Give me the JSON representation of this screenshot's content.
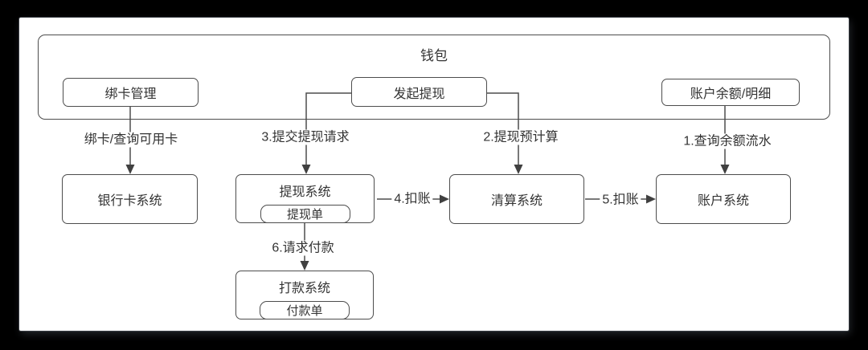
{
  "diagram": {
    "container": {
      "label": "钱包"
    },
    "nodes": {
      "bind_card_mgmt": {
        "label": "绑卡管理"
      },
      "initiate_withdrawal": {
        "label": "发起提现"
      },
      "account_balance_detail": {
        "label": "账户余额/明细"
      },
      "bank_card_system": {
        "label": "银行卡系统"
      },
      "withdrawal_system": {
        "label": "提现系统",
        "sublabel": "提现单"
      },
      "clearing_system": {
        "label": "清算系统"
      },
      "account_system": {
        "label": "账户系统"
      },
      "payout_system": {
        "label": "打款系统",
        "sublabel": "付款单"
      }
    },
    "edges": {
      "bind_query_card": {
        "label": "绑卡/查询可用卡"
      },
      "submit_withdrawal_request": {
        "label": "3.提交提现请求"
      },
      "withdrawal_precalc": {
        "label": "2.提现预计算"
      },
      "query_balance_flow": {
        "label": "1.查询余额流水"
      },
      "deduct_account_4": {
        "label": "4.扣账"
      },
      "deduct_account_5": {
        "label": "5.扣账"
      },
      "request_payment": {
        "label": "6.请求付款"
      }
    },
    "colors": {
      "stroke": "#4d4d4d",
      "text": "#333333",
      "page_bg": "#ffffff",
      "frame_bg": "#000000"
    }
  }
}
